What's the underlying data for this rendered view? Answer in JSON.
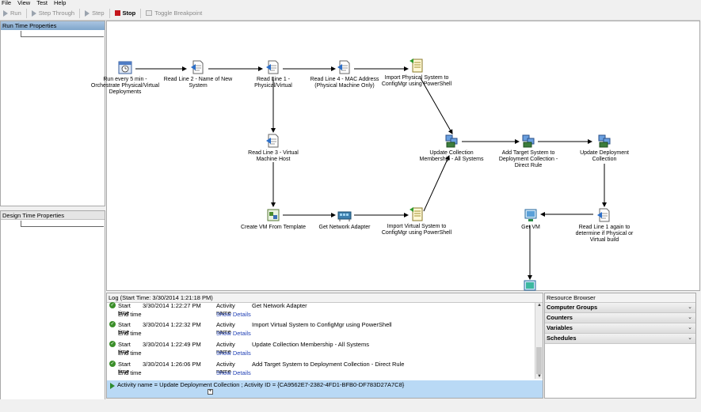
{
  "menu": [
    "File",
    "View",
    "Test",
    "Help"
  ],
  "toolbar": {
    "run": "Run",
    "step_through": "Step Through",
    "step": "Step",
    "stop": "Stop",
    "toggle_breakpoint": "Toggle Breakpoint"
  },
  "left": {
    "runtime_title": "Run Time Properties",
    "designtime_title": "Design Time Properties"
  },
  "nodes": {
    "n1": "Run every 5 min - Orchestrate Physical/Virtual Deployments",
    "n2": "Read Line 2 - Name of New System",
    "n3": "Read Line 1 - Physical/Virtual",
    "n4": "Read Line 4 - MAC Address (Physical Machine Only)",
    "n5": "Import Physical System to ConfigMgr using PowerShell",
    "n6": "Read Line 3 - Virtual Machine Host",
    "n7": "Update Collection Membership - All Systems",
    "n8": "Add Target System to Deployment Collection - Direct Rule",
    "n9": "Update Deployment Collection",
    "n10": "Create VM From Template",
    "n11": "Get Network Adapter",
    "n12": "Import Virtual System to ConfigMgr using PowerShell",
    "n13": "Get VM",
    "n14": "Read Line 1 again to determine if Physical or Virtual build"
  },
  "log": {
    "title": "Log (Start Time: 3/30/2014 1:21:18 PM)",
    "start_label": "Start time",
    "end_label": "End time",
    "activity_label": "Activity name",
    "show_details": "Show Details",
    "entries": [
      {
        "start": "3/30/2014 1:22:27 PM",
        "activity": "Get Network Adapter"
      },
      {
        "start": "3/30/2014 1:22:32 PM",
        "activity": "Import Virtual System to ConfigMgr using PowerShell"
      },
      {
        "start": "3/30/2014 1:22:49 PM",
        "activity": "Update Collection Membership - All Systems"
      },
      {
        "start": "3/30/2014 1:26:06 PM",
        "activity": "Add Target System to Deployment Collection - Direct Rule"
      }
    ],
    "selected": "Activity name = Update Deployment Collection ; Activity ID = {CA9562E7-2382-4FD1-BFB0-DF783D27A7C8}"
  },
  "resource_browser": {
    "title": "Resource Browser",
    "items": [
      "Computer Groups",
      "Counters",
      "Variables",
      "Schedules"
    ]
  }
}
